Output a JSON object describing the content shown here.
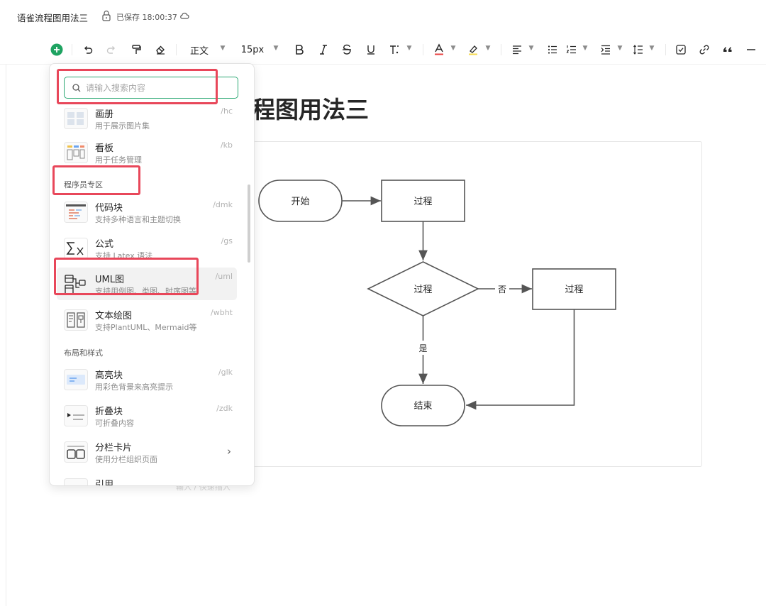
{
  "header": {
    "doc_title": "语雀流程图用法三",
    "save_status": "已保存 18:00:37"
  },
  "toolbar": {
    "style_label": "正文",
    "font_size": "15px"
  },
  "document": {
    "heading": "程图用法三",
    "hint": "输入 / 快速插入"
  },
  "flowchart": {
    "start": "开始",
    "process1": "过程",
    "decision": "过程",
    "process2": "过程",
    "end": "结束",
    "no_label": "否",
    "yes_label": "是"
  },
  "popup": {
    "search_placeholder": "请输入搜索内容",
    "sections": {
      "dev": "程序员专区",
      "layout": "布局和样式"
    },
    "items": [
      {
        "title": "画册",
        "desc": "用于展示图片集",
        "shortcut": "/hc"
      },
      {
        "title": "看板",
        "desc": "用于任务管理",
        "shortcut": "/kb"
      },
      {
        "title": "代码块",
        "desc": "支持多种语言和主题切换",
        "shortcut": "/dmk"
      },
      {
        "title": "公式",
        "desc": "支持 Latex 语法",
        "shortcut": "/gs"
      },
      {
        "title": "UML图",
        "desc": "支持用例图、类图、时序图等",
        "shortcut": "/uml"
      },
      {
        "title": "文本绘图",
        "desc": "支持PlantUML、Mermaid等",
        "shortcut": "/wbht"
      },
      {
        "title": "高亮块",
        "desc": "用彩色背景来高亮提示",
        "shortcut": "/glk"
      },
      {
        "title": "折叠块",
        "desc": "可折叠内容",
        "shortcut": "/zdk"
      },
      {
        "title": "分栏卡片",
        "desc": "使用分栏组织页面",
        "shortcut": ""
      },
      {
        "title": "引用",
        "desc": "",
        "shortcut": ""
      }
    ]
  },
  "colors": {
    "accent": "#2aa872",
    "annotation_red": "#e8475a"
  }
}
